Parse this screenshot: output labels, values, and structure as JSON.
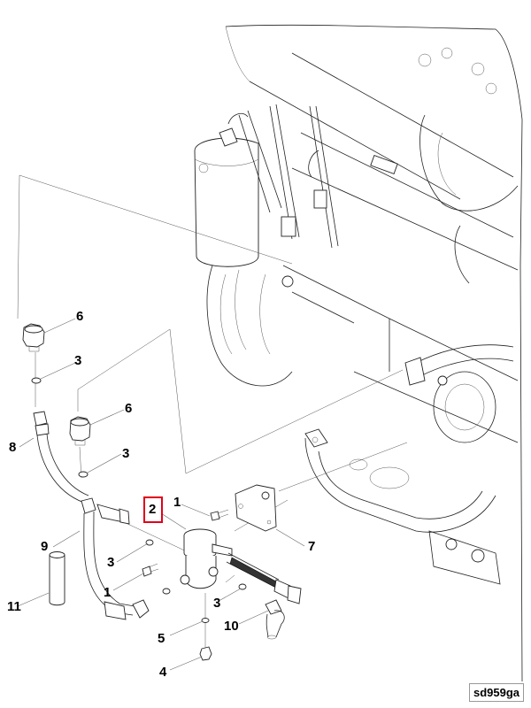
{
  "figure": {
    "reference_code": "sd959ga",
    "highlighted_callout": "2",
    "highlight_color": "#e0001b"
  },
  "callouts": [
    {
      "id": "c6a",
      "label": "6"
    },
    {
      "id": "c3a",
      "label": "3"
    },
    {
      "id": "c6b",
      "label": "6"
    },
    {
      "id": "c8",
      "label": "8"
    },
    {
      "id": "c3b",
      "label": "3"
    },
    {
      "id": "c2",
      "label": "2"
    },
    {
      "id": "c1a",
      "label": "1"
    },
    {
      "id": "c7",
      "label": "7"
    },
    {
      "id": "c9",
      "label": "9"
    },
    {
      "id": "c3c",
      "label": "3"
    },
    {
      "id": "c1b",
      "label": "1"
    },
    {
      "id": "c3d",
      "label": "3"
    },
    {
      "id": "c11",
      "label": "11"
    },
    {
      "id": "c10",
      "label": "10"
    },
    {
      "id": "c5",
      "label": "5"
    },
    {
      "id": "c4",
      "label": "4"
    }
  ]
}
